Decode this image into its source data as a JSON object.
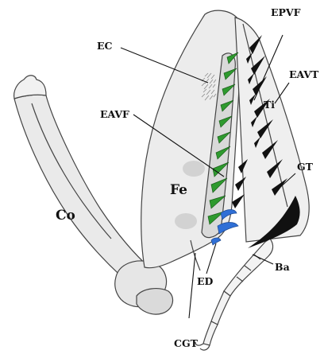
{
  "labels": {
    "ec": "EC",
    "epvf": "EPVF",
    "eavt": "EAVT",
    "ti": "Ti",
    "eavf": "EAVF",
    "gt": "GT",
    "fe": "Fe",
    "co": "Co",
    "ed": "ED",
    "ba": "Ba",
    "cgt": "CGT"
  },
  "colors": {
    "cuticle": "#ececec",
    "outline": "#444444",
    "eavf_spines": "#2e9a2e",
    "epvf_spines": "#111111",
    "discoidal_spines": "#2f6fd6",
    "label": "#111111"
  }
}
